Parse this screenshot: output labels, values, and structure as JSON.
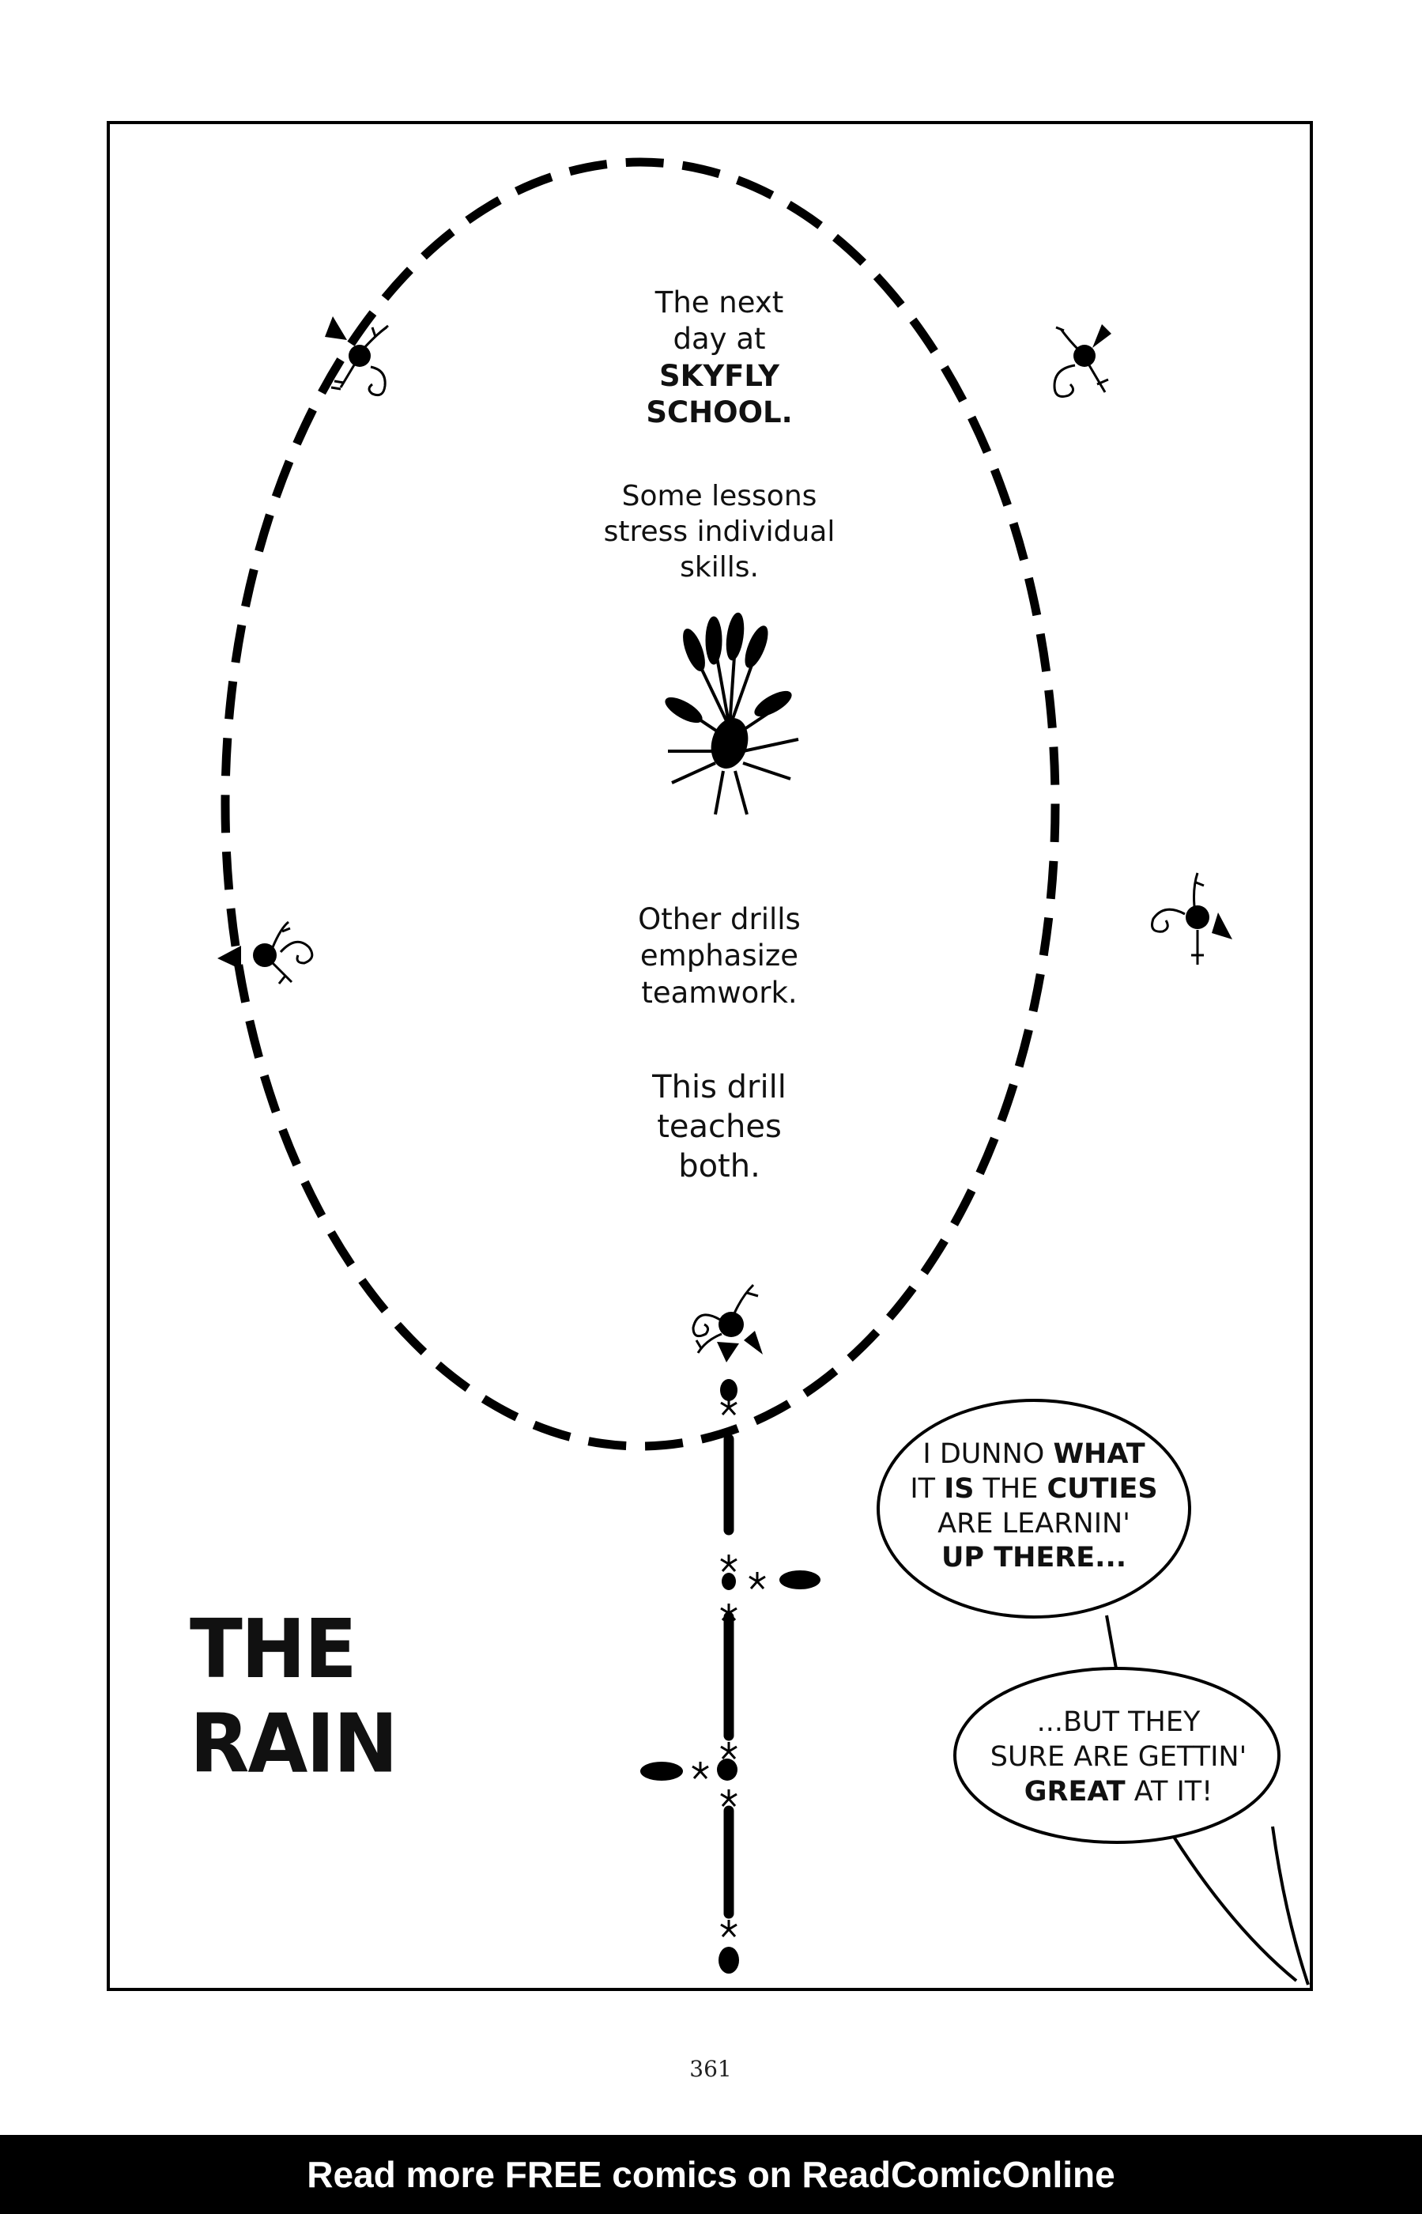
{
  "captions": {
    "intro_line1": "The next",
    "intro_line2": "day at",
    "school_line1": "SKYFLY",
    "school_line2": "SCHOOL.",
    "lessons_line1": "Some lessons",
    "lessons_line2": "stress individual skills.",
    "drills_line1": "Other drills",
    "drills_line2": "emphasize",
    "drills_line3": "teamwork.",
    "both_line1": "This drill",
    "both_line2": "teaches",
    "both_line3": "both."
  },
  "title": "THE RAIN",
  "balloons": {
    "first": {
      "line1_a": "I DUNNO ",
      "line1_b": "WHAT",
      "line2_a": "IT ",
      "line2_b": "IS",
      "line2_c": " THE ",
      "line2_d": "CUTIES",
      "line3": "ARE LEARNIN'",
      "line4": "UP THERE..."
    },
    "second": {
      "line1": "...BUT THEY",
      "line2": "SURE ARE GETTIN'",
      "line3_a": "GREAT",
      "line3_b": " AT IT!"
    }
  },
  "page_number": "361",
  "footer": "Read more FREE comics on ReadComicOnline"
}
